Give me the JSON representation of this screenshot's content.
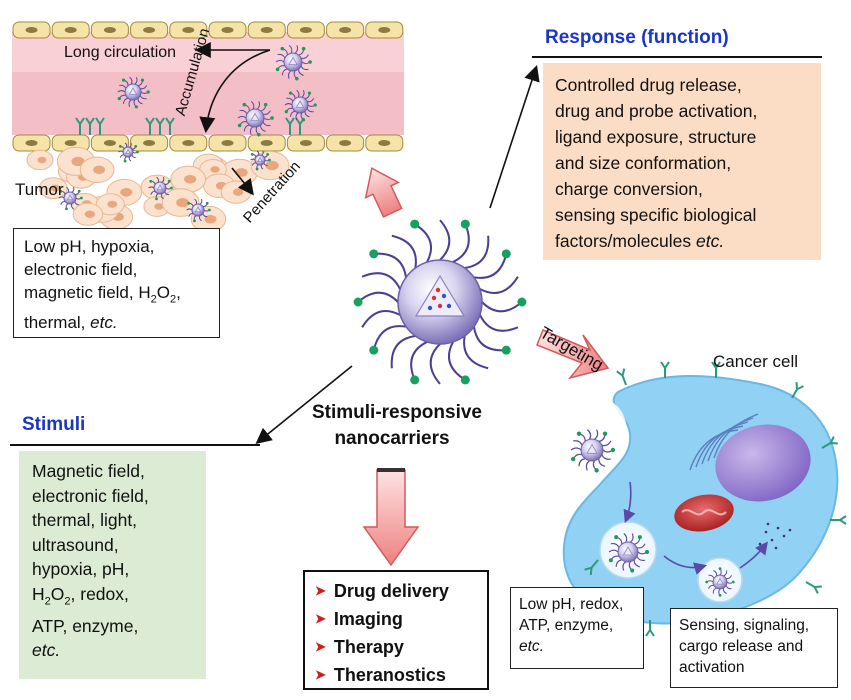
{
  "vessel": {
    "long_circulation": "Long circulation",
    "accumulation": "Accumulation",
    "penetration": "Penetration",
    "tumor": "Tumor"
  },
  "tumor_stimuli": {
    "line1": "Low pH, hypoxia,",
    "line2": "electronic field,",
    "line3": "magnetic field, H",
    "h2o2_sub": "2",
    "h2o2_o": "O",
    "line3_end": ",",
    "line4_prefix": "thermal, ",
    "etc": "etc."
  },
  "response": {
    "heading": "Response (function)",
    "lines": [
      "Controlled drug release,",
      "drug and probe activation,",
      "ligand exposure, structure",
      "and size conformation,",
      "charge conversion,",
      "sensing specific biological"
    ],
    "last_prefix": "factors/molecules ",
    "etc": "etc."
  },
  "center": {
    "title_line1": "Stimuli-responsive",
    "title_line2": "nanocarriers"
  },
  "stimuli": {
    "heading": "Stimuli",
    "lines": [
      "Magnetic field,",
      "electronic field,",
      "thermal, light,",
      "ultrasound,",
      "hypoxia, pH,"
    ],
    "h2o2_h": "H",
    "h2o2_sub": "2",
    "h2o2_rest": "O",
    "h2o2_sub2": "2",
    "h2o2_tail": ", redox,",
    "line_atp": "ATP, enzyme,",
    "etc": "etc."
  },
  "outputs": {
    "items": [
      "Drug delivery",
      "Imaging",
      "Therapy",
      "Theranostics"
    ]
  },
  "cell": {
    "targeting": "Targeting",
    "cancer_cell": "Cancer cell",
    "intracellular_stimuli_lines": [
      "Low pH, redox,",
      "ATP, enzyme,"
    ],
    "etc": "etc.",
    "outcome_lines": [
      "Sensing, signaling,",
      "cargo release and",
      "activation"
    ]
  },
  "colors": {
    "heading_blue": "#1a36c7",
    "response_box": "#fbdcc4",
    "stimuli_box": "#dcebd3",
    "vessel_pink": "#f3b9c3",
    "cell_blue": "#8fd0f3",
    "arrow_red": "#f08c8c"
  }
}
